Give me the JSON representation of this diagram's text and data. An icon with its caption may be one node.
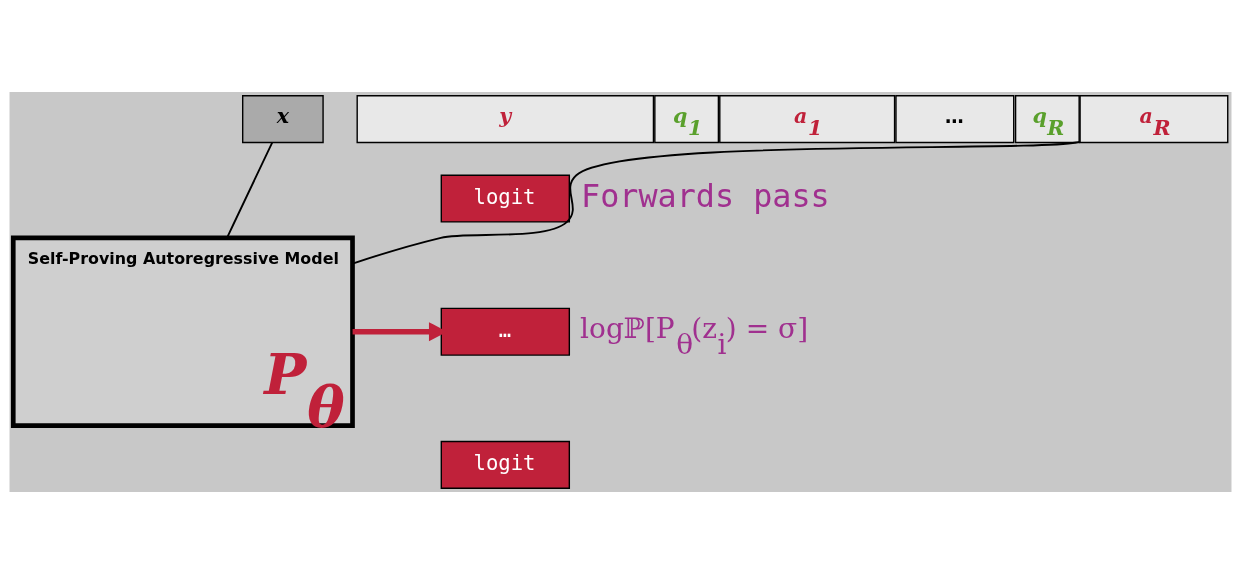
{
  "diagram": {
    "nodes": [
      {
        "text": [
          "x"
        ]
      },
      {
        "text": [
          "y"
        ]
      },
      {
        "text": [
          "q$_{1}$"
        ]
      },
      {
        "text": [
          "a$_{1}$"
        ]
      },
      {
        "text": [
          "…"
        ]
      },
      {
        "text": [
          "q$_{R}$"
        ]
      },
      {
        "text": [
          "a$_{R}$"
        ]
      },
      {
        "text": [
          "Self-Proving Autoregressive Model",
          "P$_{θ}$"
        ]
      },
      {
        "text": [
          "logit"
        ]
      },
      {
        "text": [
          "…"
        ]
      },
      {
        "text": [
          "logit"
        ]
      }
    ],
    "edges": [
      {
        "from": 0,
        "to": 7,
        "arrow": "none"
      },
      {
        "from": 6,
        "to": 7,
        "arrow": "none"
      },
      {
        "from": 7,
        "to": 9,
        "arrow": "to",
        "style": "thick",
        "color": "#c0213a"
      }
    ],
    "labels": [
      "Forwards pass",
      "logℙ[P$_{θ}$(z$_{i}$) = σ]"
    ]
  }
}
